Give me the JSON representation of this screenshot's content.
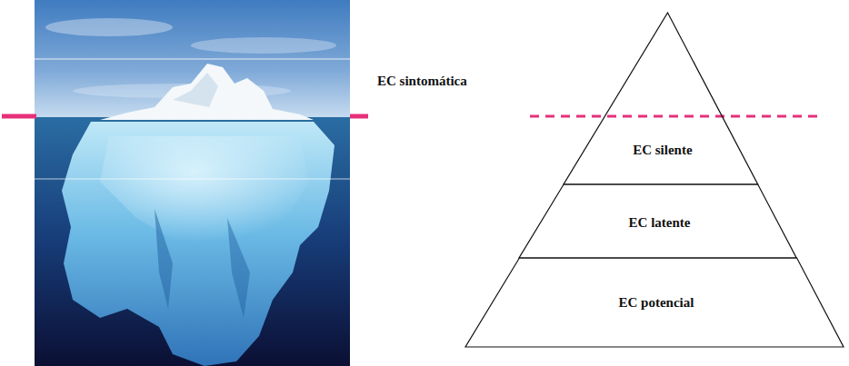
{
  "diagram": {
    "nodes": [
      {
        "text": [
          "EC silente"
        ]
      },
      {
        "text": [
          "EC latente"
        ]
      },
      {
        "text": [
          "EC potencial"
        ]
      }
    ],
    "labels": [
      "EC sintomática"
    ]
  }
}
